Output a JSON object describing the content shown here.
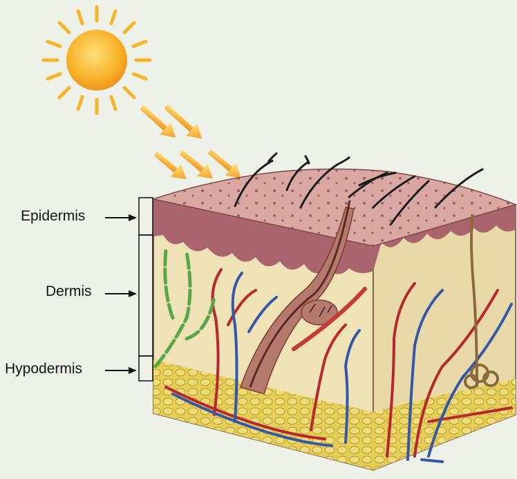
{
  "diagram": {
    "layers": [
      {
        "id": "epidermis",
        "label": "Epidermis"
      },
      {
        "id": "dermis",
        "label": "Dermis"
      },
      {
        "id": "hypodermis",
        "label": "Hypodermis"
      }
    ]
  },
  "colors": {
    "background": "#eef1e8",
    "sun_core": "#f6a21e",
    "sun_rays": "#f7b52a",
    "uv_arrows": "#f09a1a",
    "skin_surface": "#d9a3a0",
    "epidermis": "#a9646d",
    "dermis": "#efe2b6",
    "hypodermis_fat": "#e3cc52",
    "artery": "#b8262e",
    "vein": "#3557a8",
    "nerve": "#58a84a",
    "hair": "#1a1a1a"
  }
}
